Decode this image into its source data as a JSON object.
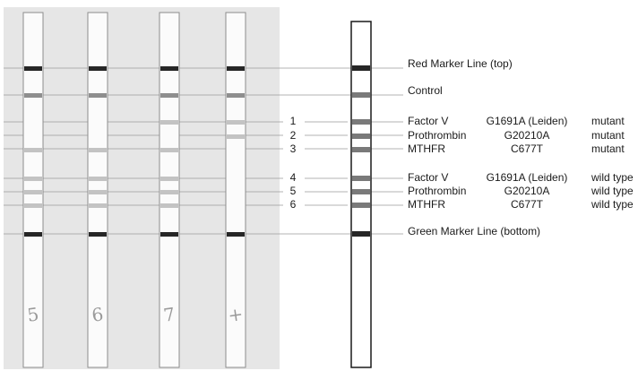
{
  "labels": {
    "red_marker": "Red Marker Line (top)",
    "control": "Control",
    "green_marker": "Green Marker Line (bottom)"
  },
  "rows": [
    {
      "num": "1",
      "gene": "Factor V",
      "mutation": "G1691A (Leiden)",
      "type": "mutant"
    },
    {
      "num": "2",
      "gene": "Prothrombin",
      "mutation": "G20210A",
      "type": "mutant"
    },
    {
      "num": "3",
      "gene": "MTHFR",
      "mutation": "C677T",
      "type": "mutant"
    },
    {
      "num": "4",
      "gene": "Factor V",
      "mutation": "G1691A (Leiden)",
      "type": "wild type"
    },
    {
      "num": "5",
      "gene": "Prothrombin",
      "mutation": "G20210A",
      "type": "wild type"
    },
    {
      "num": "6",
      "gene": "MTHFR",
      "mutation": "C677T",
      "type": "wild type"
    }
  ],
  "strips": [
    {
      "handwritten": "5",
      "bands": [
        1,
        1,
        0,
        0,
        1,
        1,
        1,
        1,
        1
      ]
    },
    {
      "handwritten": "6",
      "bands": [
        1,
        1,
        0,
        0,
        1,
        1,
        1,
        1,
        1
      ]
    },
    {
      "handwritten": "7",
      "bands": [
        1,
        1,
        1,
        0,
        1,
        1,
        1,
        1,
        1
      ]
    },
    {
      "handwritten": "+",
      "bands": [
        1,
        1,
        1,
        1,
        0,
        0,
        0,
        0,
        1
      ]
    }
  ],
  "colors": {
    "marker_band": "#262626",
    "control_band": "#7a7a7a",
    "test_band": "#b8b8b8",
    "guide_line": "#9a9a9a"
  }
}
